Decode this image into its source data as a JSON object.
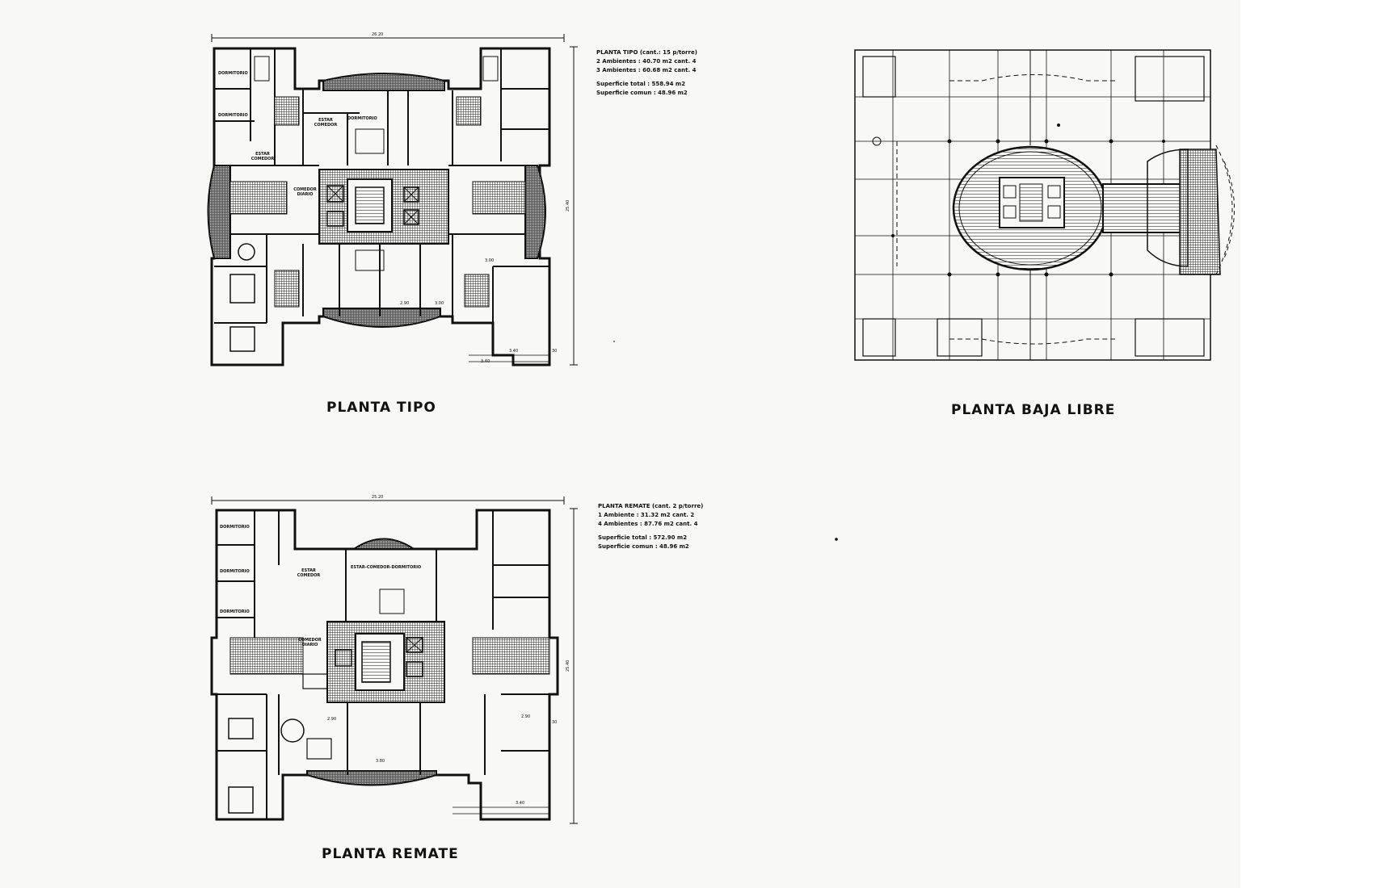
{
  "plans": {
    "tipo": {
      "title": "PLANTA TIPO",
      "width_dim": "26.20",
      "height_dim": "25.40",
      "legend": {
        "heading": "PLANTA TIPO (cant.: 15 p/torre)",
        "line1": "2 Ambientes : 40.70 m2 cant. 4",
        "line2": "3 Ambientes : 60.68 m2 cant. 4",
        "line3": "Superficie total : 558.94 m2",
        "line4": "Superficie comun : 48.96 m2"
      },
      "rooms": {
        "dorm1": "DORMITORIO",
        "dorm2": "DORMITORIO",
        "estar1": "ESTAR COMEDOR",
        "estar2": "ESTAR COMEDOR",
        "dorm3": "DORMITORIO",
        "comedor": "COMEDOR DIARIO"
      },
      "dims": {
        "d1": "2.90",
        "d2": "3.00",
        "d3": "3.00",
        "d4": "3.40",
        "d5": "3.40",
        "d6": "30"
      }
    },
    "baja": {
      "title": "PLANTA BAJA LIBRE"
    },
    "remate": {
      "title": "PLANTA REMATE",
      "width_dim": "25.20",
      "height_dim": "25.40",
      "legend": {
        "heading": "PLANTA REMATE (cant. 2 p/torre)",
        "line1": "1 Ambiente : 31.32 m2 cant. 2",
        "line2": "4 Ambientes : 87.76 m2 cant. 4",
        "line3": "Superficie total : 572.90 m2",
        "line4": "Superficie comun : 48.96 m2"
      },
      "rooms": {
        "dorm1": "DORMITORIO",
        "dorm2": "DORMITORIO",
        "dorm3": "DORMITORIO",
        "estar": "ESTAR COMEDOR",
        "estar_dorm": "ESTAR-COMEDOR-DORMITORIO",
        "comedor": "COMEDOR DIARIO"
      },
      "dims": {
        "d1": "2.90",
        "d2": "3.80",
        "d3": "2.90",
        "d4": "3.40",
        "d5": "30"
      }
    }
  }
}
